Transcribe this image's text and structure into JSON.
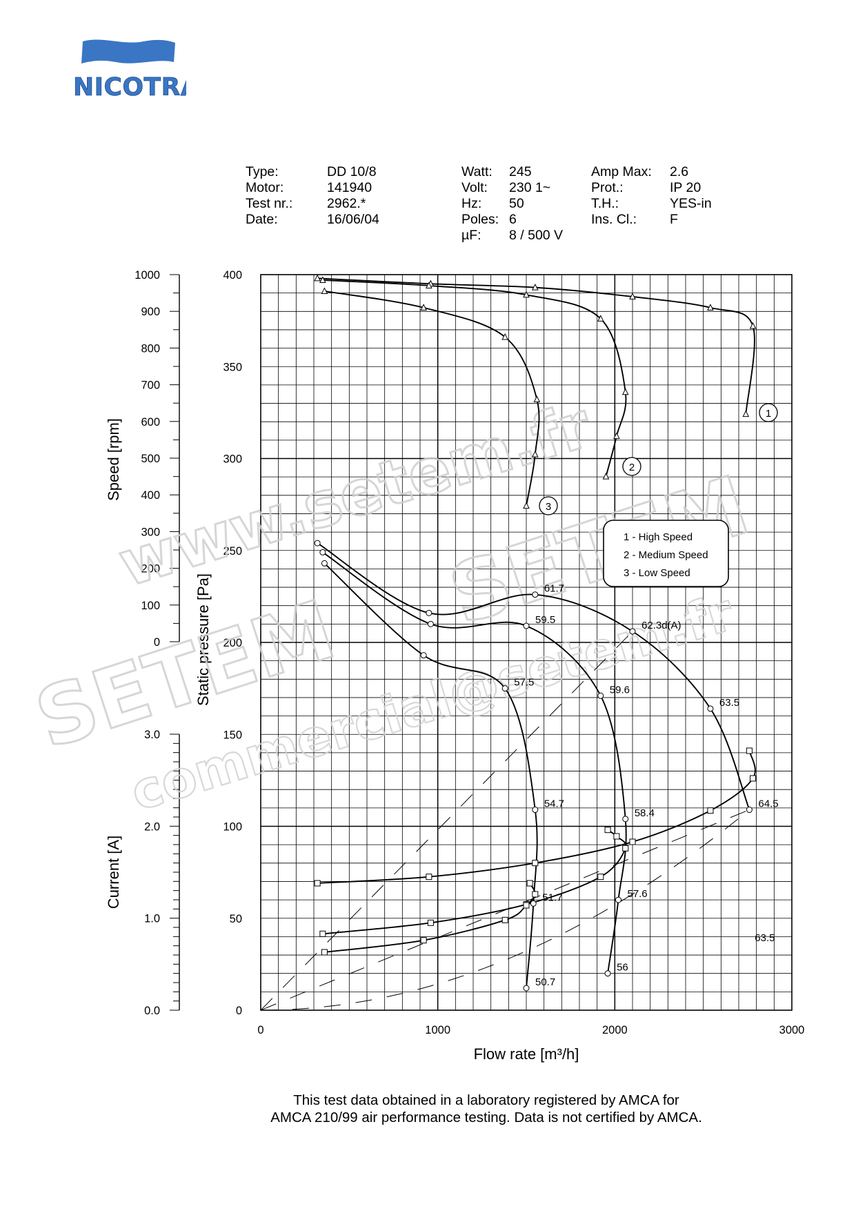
{
  "logo": {
    "text": "NICOTRA",
    "color": "#3a76c4"
  },
  "spec": [
    {
      "label": "Type:",
      "value": "DD 10/8"
    },
    {
      "label": "Motor:",
      "value": "141940"
    },
    {
      "label": "Test nr.:",
      "value": "2962.*"
    },
    {
      "label": "Date:",
      "value": "16/06/04"
    },
    {
      "label": "Watt:",
      "value": "245"
    },
    {
      "label": "Volt:",
      "value": "230 1~"
    },
    {
      "label": "Hz:",
      "value": "50"
    },
    {
      "label": "Poles:",
      "value": "6"
    },
    {
      "label": "µF:",
      "value": "8 / 500 V"
    },
    {
      "label": "Amp Max:",
      "value": "2.6"
    },
    {
      "label": "Prot.:",
      "value": "IP 20"
    },
    {
      "label": "T.H.:",
      "value": "YES-in"
    },
    {
      "label": "Ins. Cl.:",
      "value": "F"
    }
  ],
  "watermarks": [
    "www.setem.fr",
    "SETEM",
    "SETEM",
    "commercial@setem.fr"
  ],
  "footer": [
    "This test data obtained in a laboratory registered by AMCA for",
    "AMCA 210/99 air performance testing. Data is not certified by AMCA."
  ],
  "chart_data": {
    "type": "line",
    "xlabel": "Flow rate [m³/h]",
    "xlim": [
      0,
      3000
    ],
    "xticks": [
      "0",
      "1000",
      "2000",
      "3000"
    ],
    "ylabel": "Static pressure [Pa]",
    "ylim": [
      0,
      400
    ],
    "yticks": [
      "0",
      "50",
      "100",
      "150",
      "200",
      "250",
      "300",
      "350",
      "400"
    ],
    "speed_axis": {
      "label": "Speed [rpm]",
      "range": [
        0,
        1000
      ],
      "ticks": [
        "0",
        "100",
        "200",
        "300",
        "400",
        "500",
        "600",
        "700",
        "800",
        "900",
        "1000"
      ]
    },
    "current_axis": {
      "label": "Current [A]",
      "range": [
        0.0,
        3.0
      ],
      "ticks": [
        "0.0",
        "1.0",
        "2.0",
        "3.0"
      ]
    },
    "legend": {
      "position": "center-right",
      "entries": [
        "1 - High Speed",
        "2 - Medium Speed",
        "3 - Low Speed"
      ]
    },
    "curve_labels": [
      "1",
      "2",
      "3"
    ],
    "series": [
      {
        "name": "1 - High Speed",
        "kind": "pressure",
        "marker": "circle",
        "points": [
          [
            320,
            254
          ],
          [
            950,
            216
          ],
          [
            1550,
            226
          ],
          [
            2100,
            206
          ],
          [
            2540,
            164
          ],
          [
            2760,
            109
          ]
        ]
      },
      {
        "name": "2 - Medium Speed",
        "kind": "pressure",
        "marker": "circle",
        "points": [
          [
            350,
            249
          ],
          [
            960,
            210
          ],
          [
            1500,
            209
          ],
          [
            1920,
            171
          ],
          [
            2060,
            104
          ],
          [
            2020,
            60
          ],
          [
            1960,
            20
          ]
        ]
      },
      {
        "name": "3 - Low Speed",
        "kind": "pressure",
        "marker": "circle",
        "points": [
          [
            360,
            243
          ],
          [
            920,
            193
          ],
          [
            1380,
            175
          ],
          [
            1550,
            109
          ],
          [
            1540,
            58
          ],
          [
            1500,
            12
          ]
        ]
      },
      {
        "name": "1 - High Speed",
        "kind": "speed",
        "marker": "triangle",
        "points": [
          [
            320,
            990
          ],
          [
            960,
            975
          ],
          [
            1550,
            965
          ],
          [
            2100,
            940
          ],
          [
            2540,
            910
          ],
          [
            2780,
            860
          ],
          [
            2740,
            620
          ]
        ]
      },
      {
        "name": "2 - Medium Speed",
        "kind": "speed",
        "marker": "triangle",
        "points": [
          [
            350,
            985
          ],
          [
            950,
            970
          ],
          [
            1500,
            945
          ],
          [
            1920,
            880
          ],
          [
            2060,
            680
          ],
          [
            2010,
            560
          ],
          [
            1950,
            450
          ]
        ]
      },
      {
        "name": "3 - Low Speed",
        "kind": "speed",
        "marker": "triangle",
        "points": [
          [
            360,
            955
          ],
          [
            920,
            910
          ],
          [
            1380,
            830
          ],
          [
            1560,
            660
          ],
          [
            1550,
            510
          ],
          [
            1500,
            370
          ]
        ]
      },
      {
        "name": "1 - High Speed",
        "kind": "current",
        "marker": "square",
        "points": [
          [
            320,
            1.38
          ],
          [
            950,
            1.45
          ],
          [
            1550,
            1.6
          ],
          [
            2100,
            1.83
          ],
          [
            2540,
            2.17
          ],
          [
            2780,
            2.52
          ],
          [
            2760,
            2.82
          ]
        ]
      },
      {
        "name": "2 - Medium Speed",
        "kind": "current",
        "marker": "square",
        "points": [
          [
            350,
            0.83
          ],
          [
            960,
            0.95
          ],
          [
            1500,
            1.15
          ],
          [
            1920,
            1.45
          ],
          [
            2060,
            1.76
          ],
          [
            2010,
            1.89
          ],
          [
            1960,
            1.96
          ]
        ]
      },
      {
        "name": "3 - Low Speed",
        "kind": "current",
        "marker": "square",
        "points": [
          [
            360,
            0.63
          ],
          [
            920,
            0.76
          ],
          [
            1380,
            0.98
          ],
          [
            1500,
            1.14
          ],
          [
            1550,
            1.26
          ],
          [
            1520,
            1.38
          ]
        ]
      }
    ],
    "efficiency_lines": [
      {
        "label": "62.3d(A)",
        "points": [
          [
            0,
            0
          ],
          [
            2100,
            206
          ]
        ]
      },
      {
        "label": "",
        "points": [
          [
            0,
            0
          ],
          [
            2760,
            109
          ]
        ]
      }
    ],
    "annotations": [
      {
        "text": "61.7",
        "x": 1550,
        "y": 226
      },
      {
        "text": "62.3d(A)",
        "x": 2100,
        "y": 206
      },
      {
        "text": "63.5",
        "x": 2540,
        "y": 164
      },
      {
        "text": "64.5",
        "x": 2760,
        "y": 109
      },
      {
        "text": "63.5",
        "x": 2740,
        "y": 36
      },
      {
        "text": "59.5",
        "x": 1500,
        "y": 209
      },
      {
        "text": "59.6",
        "x": 1920,
        "y": 171
      },
      {
        "text": "58.4",
        "x": 2060,
        "y": 104
      },
      {
        "text": "57.6",
        "x": 2020,
        "y": 60
      },
      {
        "text": "56",
        "x": 1960,
        "y": 20
      },
      {
        "text": "57.5",
        "x": 1380,
        "y": 175
      },
      {
        "text": "54.7",
        "x": 1550,
        "y": 109
      },
      {
        "text": "51.7",
        "x": 1540,
        "y": 58
      },
      {
        "text": "50.7",
        "x": 1500,
        "y": 12
      }
    ]
  }
}
